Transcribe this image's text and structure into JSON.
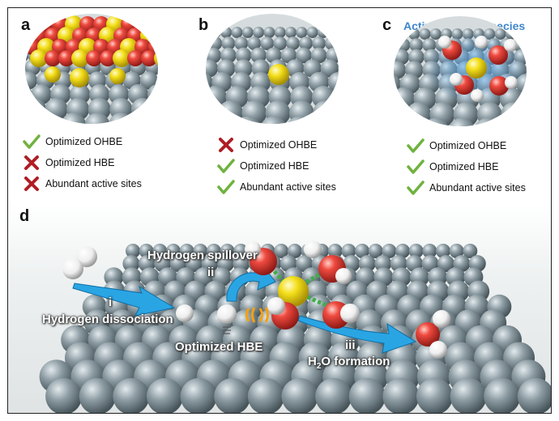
{
  "panels": [
    {
      "letter": "a",
      "items": [
        {
          "mark": "check",
          "text": "Optimized OHBE"
        },
        {
          "mark": "cross",
          "text": "Optimized HBE"
        },
        {
          "mark": "cross",
          "text": "Abundant active sites"
        }
      ]
    },
    {
      "letter": "b",
      "items": [
        {
          "mark": "cross",
          "text": "Optimized OHBE"
        },
        {
          "mark": "check",
          "text": "Optimized HBE"
        },
        {
          "mark": "check",
          "text": "Abundant active sites"
        }
      ]
    },
    {
      "letter": "c",
      "items": [
        {
          "mark": "check",
          "text": "Optimized OHBE"
        },
        {
          "mark": "check",
          "text": "Optimized HBE"
        },
        {
          "mark": "check",
          "text": "Abundant active sites"
        }
      ]
    }
  ],
  "panel_c_title": "Active oxygen species",
  "panel_d": {
    "letter": "d",
    "step_i_numeral": "i",
    "step_i_label": "Hydrogen dissociation",
    "step_ii_label": "Hydrogen spillover",
    "step_ii_numeral": "ii",
    "step_iii_numeral": "iii",
    "step_iii_label_prefix": "H",
    "step_iii_label_sub": "2",
    "step_iii_label_suffix": "O formation",
    "hbe_label": "Optimized HBE"
  },
  "colors": {
    "substrate": "#7f8d94",
    "oxygen": "#e23a33",
    "metal": "#f0dc16",
    "hydrogen": "#f7f7f7",
    "check": "#6fb23e",
    "cross": "#b01d24",
    "arrow": "#2aa5e4",
    "glow": "#5ea7e6",
    "bond": "#3fae4a"
  }
}
